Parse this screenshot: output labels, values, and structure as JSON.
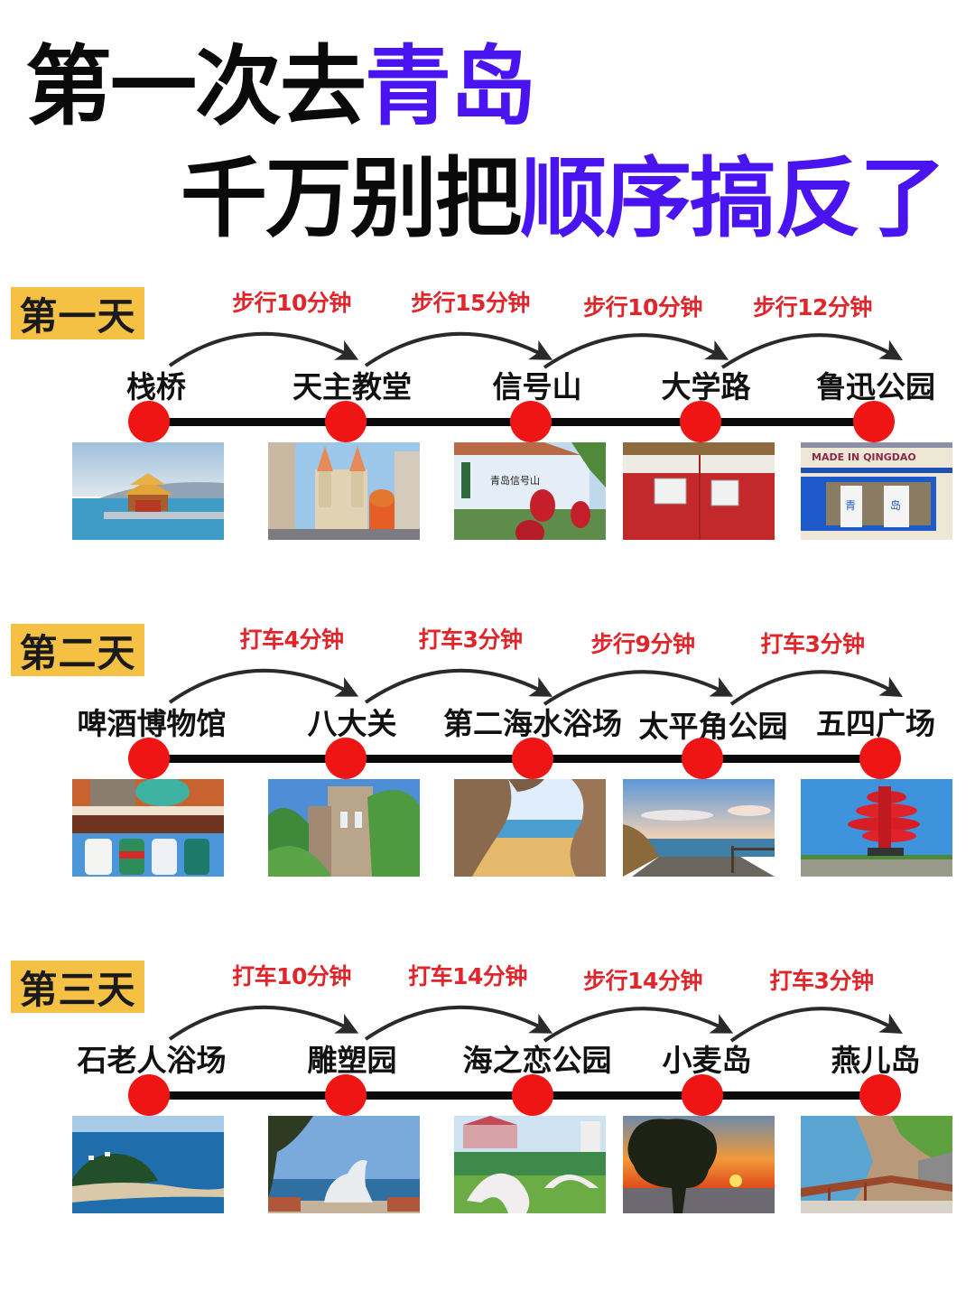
{
  "header": {
    "line1_dark": "第一次去",
    "line1_accent": "青岛",
    "line2_dark": "千万别把",
    "line2_accent": "顺序搞反了"
  },
  "colors": {
    "accent": "#4a14f0",
    "badge": "#f4c144",
    "dot": "#ef1515",
    "travel_text": "#e0262a",
    "timeline": "#0a0a0a"
  },
  "days": [
    {
      "label": "第一天",
      "stops": [
        {
          "name": "栈桥",
          "photo": "pier-pavilion-sea"
        },
        {
          "name": "天主教堂",
          "photo": "catholic-church-twin-spires"
        },
        {
          "name": "信号山",
          "photo": "signal-hill-mural-wall"
        },
        {
          "name": "大学路",
          "photo": "red-wall-street-sign"
        },
        {
          "name": "鲁迅公园",
          "photo": "made-in-qingdao-storefront"
        }
      ],
      "legs": [
        "步行10分钟",
        "步行15分钟",
        "步行10分钟",
        "步行12分钟"
      ]
    },
    {
      "label": "第二天",
      "stops": [
        {
          "name": "啤酒博物馆",
          "photo": "beer-cans-museum"
        },
        {
          "name": "八大关",
          "photo": "stone-castle-trees"
        },
        {
          "name": "第二海水浴场",
          "photo": "beach-rock-cave"
        },
        {
          "name": "太平角公园",
          "photo": "boardwalk-sunset-sea"
        },
        {
          "name": "五四广场",
          "photo": "may-fourth-red-sculpture"
        }
      ],
      "legs": [
        "打车4分钟",
        "打车3分钟",
        "步行9分钟",
        "打车3分钟"
      ]
    },
    {
      "label": "第三天",
      "stops": [
        {
          "name": "石老人浴场",
          "photo": "coastline-island-blue-sea"
        },
        {
          "name": "雕塑园",
          "photo": "white-sculpture-sea"
        },
        {
          "name": "海之恋公园",
          "photo": "white-arch-sculptures-park"
        },
        {
          "name": "小麦岛",
          "photo": "tree-silhouette-sunset"
        },
        {
          "name": "燕儿岛",
          "photo": "rocky-coast-stairs"
        }
      ],
      "legs": [
        "打车10分钟",
        "打车14分钟",
        "步行14分钟",
        "打车3分钟"
      ]
    }
  ]
}
